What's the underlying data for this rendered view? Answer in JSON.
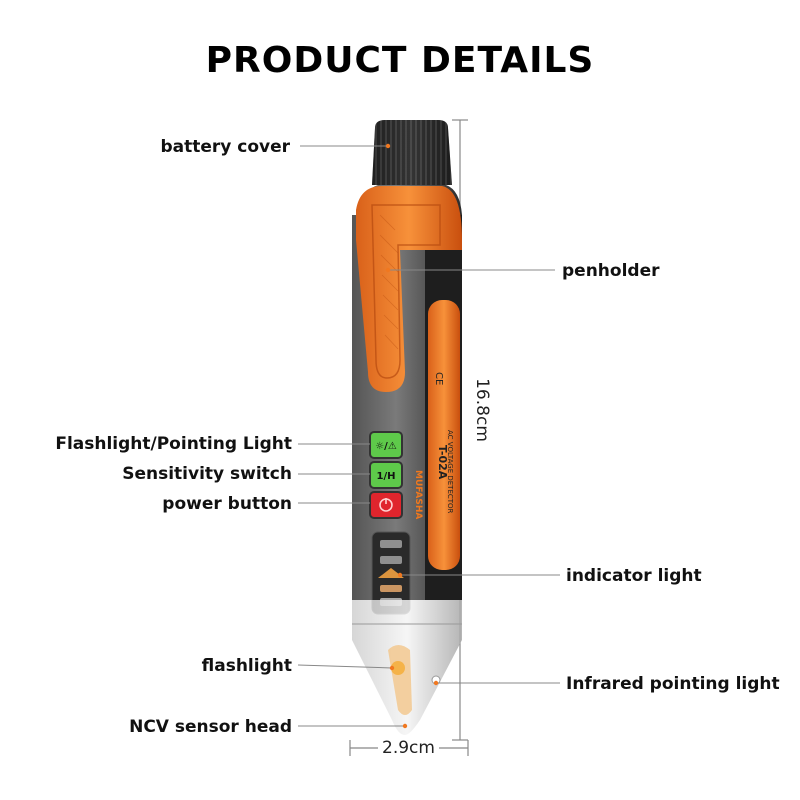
{
  "title": "PRODUCT DETAILS",
  "labels": {
    "battery_cover": "battery cover",
    "penholder": "penholder",
    "flashlight_pointing": "Flashlight/Pointing Light",
    "sensitivity_switch": "Sensitivity switch",
    "power_button": "power button",
    "indicator_light": "indicator light",
    "flashlight": "flashlight",
    "infrared": "Infrared pointing light",
    "ncv_head": "NCV sensor head"
  },
  "dimensions": {
    "height": "16.8cm",
    "width": "2.9cm"
  },
  "device": {
    "brand": "MUFASHA",
    "model": "T-02A",
    "subtitle": "AC VOLTAGE DETECTOR",
    "ce": "CE",
    "btn1": "☼/⚠",
    "btn2": "1/H"
  },
  "colors": {
    "orange": "#f0781e",
    "body": "#3a3a3a",
    "green": "#5ec94a",
    "red": "#e0252d"
  }
}
